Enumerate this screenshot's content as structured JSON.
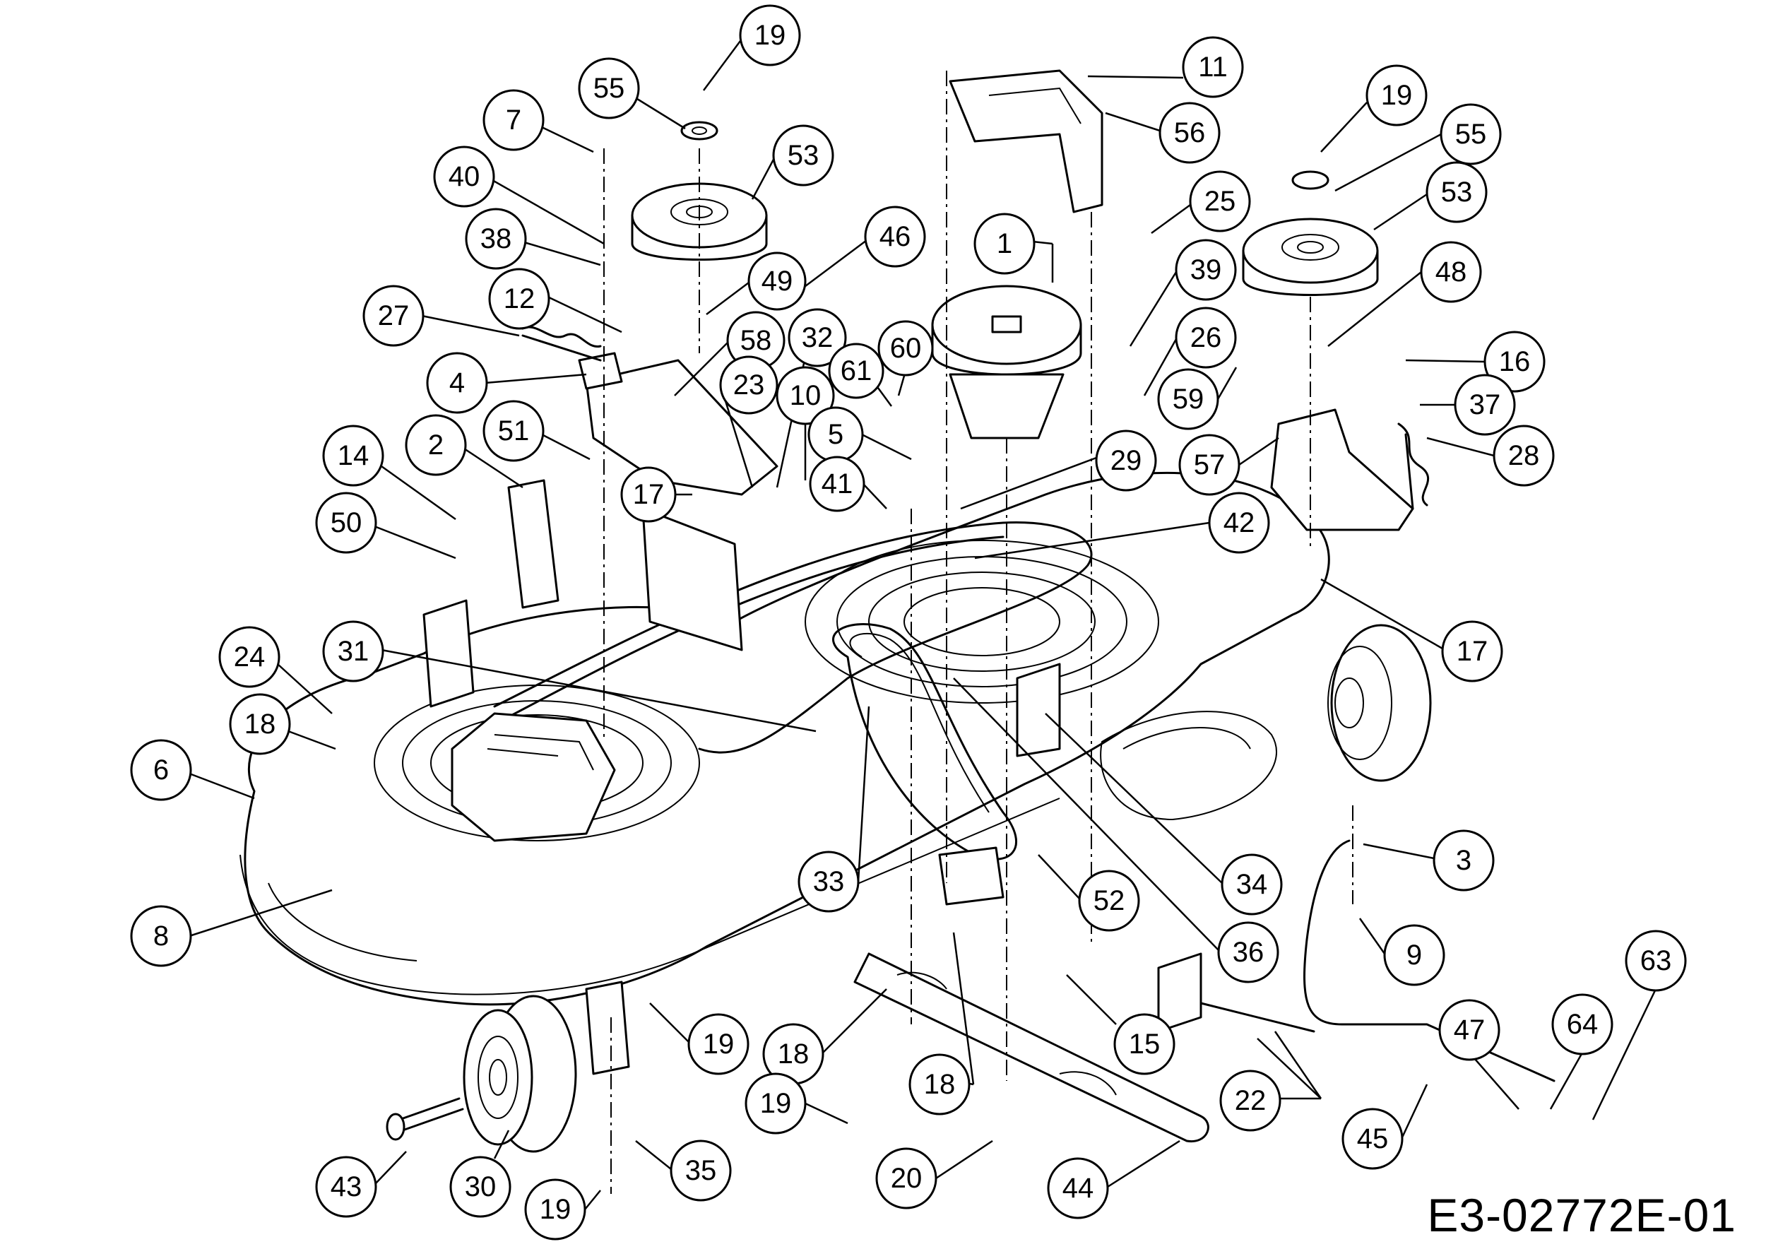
{
  "drawing_code": "E3-02772E-01",
  "callouts": [
    "19",
    "55",
    "53",
    "7",
    "40",
    "38",
    "27",
    "12",
    "4",
    "2",
    "51",
    "14",
    "50",
    "24",
    "31",
    "18",
    "6",
    "8",
    "46",
    "49",
    "58",
    "32",
    "23",
    "10",
    "61",
    "60",
    "5",
    "17",
    "41",
    "1",
    "11",
    "56",
    "25",
    "39",
    "26",
    "29",
    "42",
    "19",
    "55",
    "53",
    "48",
    "16",
    "37",
    "59",
    "57",
    "28",
    "17",
    "3",
    "9",
    "63",
    "64",
    "47",
    "45",
    "22",
    "15",
    "52",
    "34",
    "36",
    "33",
    "19",
    "18",
    "18",
    "19",
    "20",
    "35",
    "19",
    "43",
    "30",
    "44"
  ]
}
